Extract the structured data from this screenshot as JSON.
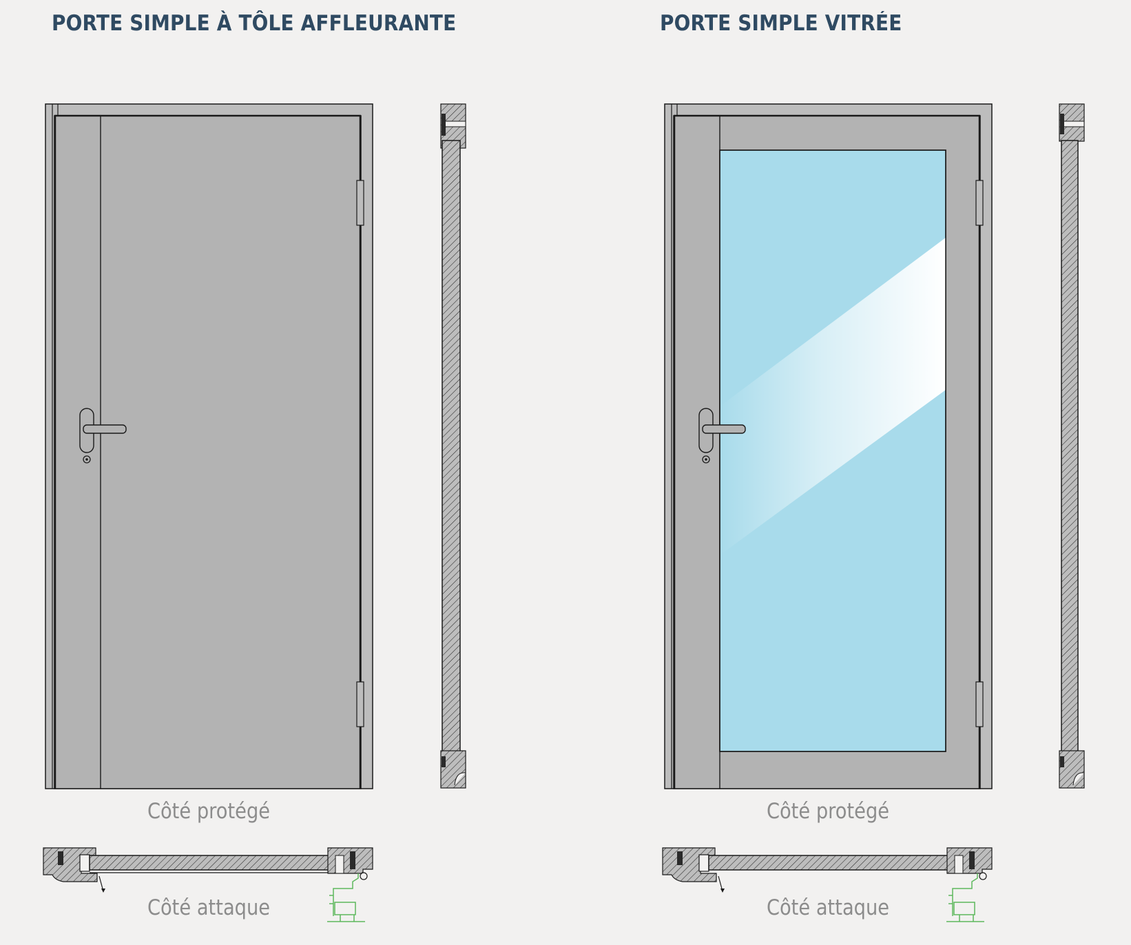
{
  "panels": [
    {
      "title": "PORTE SIMPLE À TÔLE AFFLEURANTE",
      "side_protected": "Côté protégé",
      "side_attack": "Côté attaque",
      "glazed": false
    },
    {
      "title": "PORTE SIMPLE VITRÉE",
      "side_protected": "Côté protégé",
      "side_attack": "Côté attaque",
      "glazed": true
    }
  ],
  "colors": {
    "background": "#f2f1f0",
    "title": "#2f4a62",
    "label": "#8c8c8c",
    "door_fill": "#b3b3b3",
    "frame_fill": "#bdbdbd",
    "glass": "#a8dbeb",
    "hinge_detail": "#5cb85c"
  }
}
